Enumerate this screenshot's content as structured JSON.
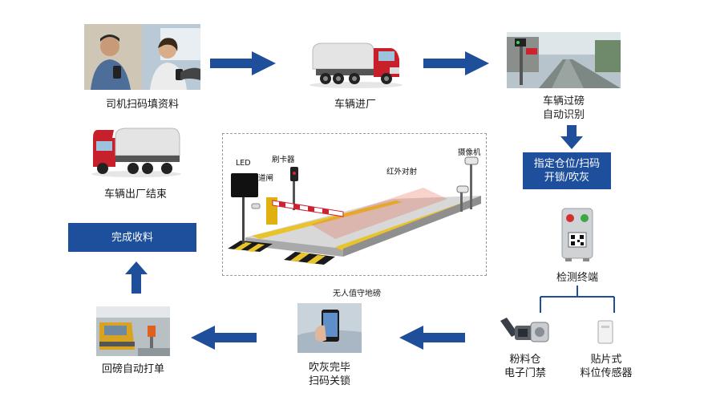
{
  "steps": {
    "driver_scan": "司机扫码填资料",
    "vehicle_enter": "车辆进厂",
    "vehicle_weigh_line1": "车辆过磅",
    "vehicle_weigh_line2": "自动识别",
    "assign_line1": "指定仓位/扫码",
    "assign_line2": "开锁/吹灰",
    "terminal": "检测终端",
    "silo_gate_line1": "粉料仓",
    "silo_gate_line2": "电子门禁",
    "sensor_line1": "贴片式",
    "sensor_line2": "料位传感器",
    "blow_done_line1": "吹灰完毕",
    "blow_done_line2": "扫码关锁",
    "return_weigh": "回磅自动打单",
    "finish": "完成收料",
    "vehicle_exit": "车辆出厂结束"
  },
  "scene": {
    "led": "LED",
    "card_reader": "刷卡器",
    "barrier": "道闸",
    "infrared": "红外对射",
    "camera": "摄像机",
    "caption": "无人值守地磅"
  },
  "colors": {
    "accent_blue": "#1e4f9c",
    "arrow_blue": "#1f4e9a",
    "truck_red": "#c8202a",
    "scale_yellow": "#e8c32a"
  },
  "icons": [
    "arrow-right-icon",
    "arrow-left-icon",
    "arrow-down-icon",
    "arrow-up-icon",
    "truck-icon",
    "camera-icon",
    "terminal-device-icon",
    "phone-icon"
  ]
}
